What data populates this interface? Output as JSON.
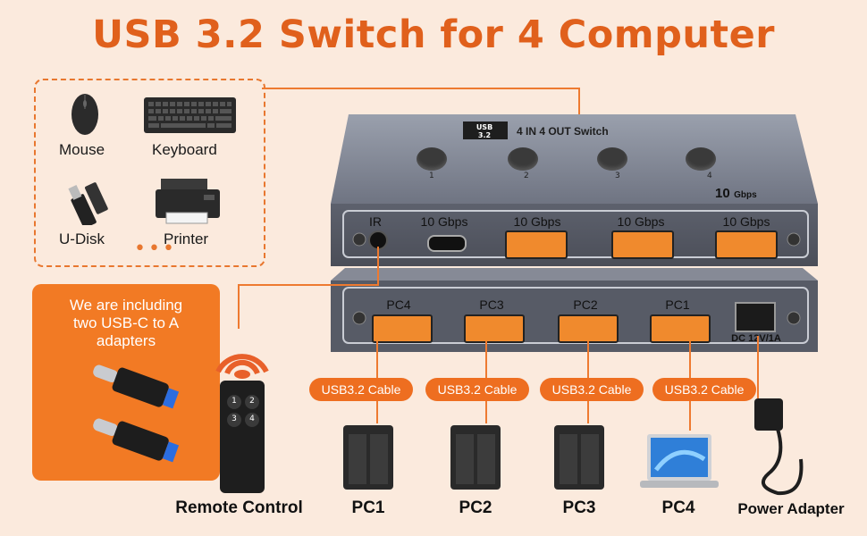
{
  "title": "USB 3.2 Switch for 4 Computer",
  "devices": [
    {
      "label": "Mouse",
      "icon": "mouse-icon"
    },
    {
      "label": "Keyboard",
      "icon": "keyboard-icon"
    },
    {
      "label": "U-Disk",
      "icon": "usb-drive-icon"
    },
    {
      "label": "Printer",
      "icon": "printer-icon"
    }
  ],
  "devices_more": "•••",
  "adapter_note": [
    "We are including",
    "two USB-C to A",
    "adapters"
  ],
  "switch": {
    "badge_top": "USB",
    "badge_bottom": "3.2",
    "model_text": "4 IN 4 OUT Switch",
    "button_numbers": [
      "1",
      "2",
      "3",
      "4"
    ],
    "speed_badge": "10",
    "speed_unit": "Gbps",
    "ir_label": "IR",
    "top_ports": [
      "10 Gbps",
      "10 Gbps",
      "10 Gbps",
      "10 Gbps"
    ],
    "bottom_ports": [
      "PC4",
      "PC3",
      "PC2",
      "PC1"
    ],
    "dc_label": "DC 12V/1A"
  },
  "cables": [
    "USB3.2 Cable",
    "USB3.2 Cable",
    "USB3.2 Cable",
    "USB3.2 Cable"
  ],
  "remote_keys": [
    "1",
    "2",
    "3",
    "4"
  ],
  "bottom_labels": {
    "remote": "Remote Control",
    "pc1": "PC1",
    "pc2": "PC2",
    "pc3": "PC3",
    "pc4": "PC4",
    "power": "Power Adapter"
  },
  "colors": {
    "accent": "#e0601c",
    "orange": "#f27a24",
    "background": "#fbeadd",
    "device_body": "#7c8090"
  }
}
